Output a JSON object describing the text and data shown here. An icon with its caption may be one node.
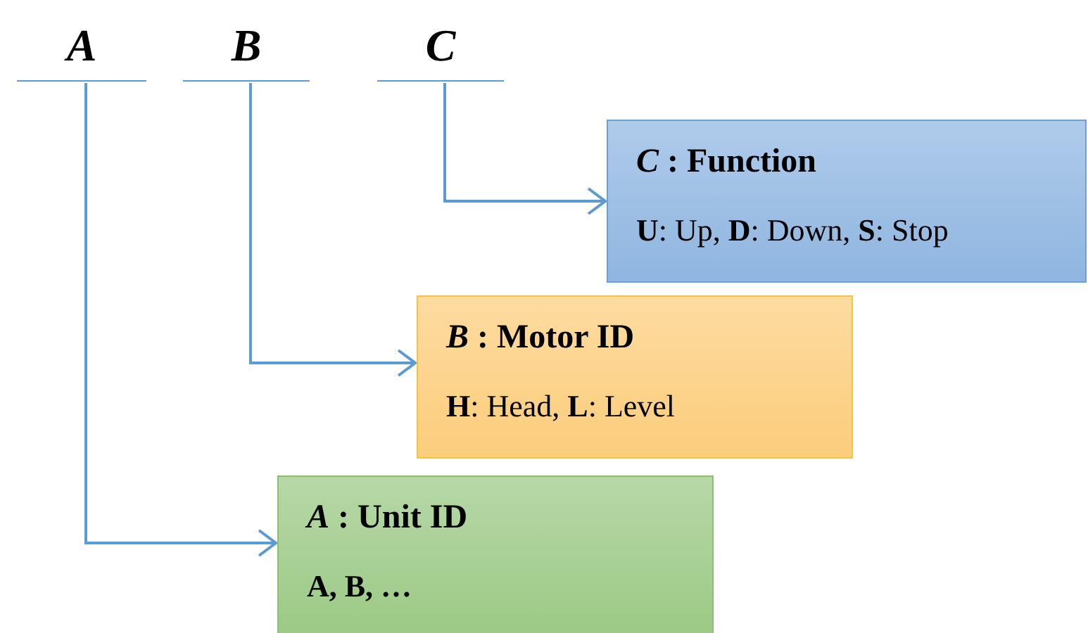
{
  "diagram": {
    "nodes": [
      {
        "text": [
          "A"
        ]
      },
      {
        "text": [
          "B"
        ]
      },
      {
        "text": [
          "C"
        ]
      },
      {
        "text": [
          "*C* : Function",
          "**U**: Up, **D**: Down, **S**: Stop"
        ]
      },
      {
        "text": [
          "*B* : Motor ID",
          "**H**: Head, **L**: Level"
        ]
      },
      {
        "text": [
          "*A* : Unit ID",
          "**A, B, …**"
        ]
      }
    ],
    "edges": [
      {
        "from": 2,
        "to": 3,
        "arrow": "to"
      },
      {
        "from": 1,
        "to": 4,
        "arrow": "to"
      },
      {
        "from": 0,
        "to": 5,
        "arrow": "to"
      }
    ]
  }
}
